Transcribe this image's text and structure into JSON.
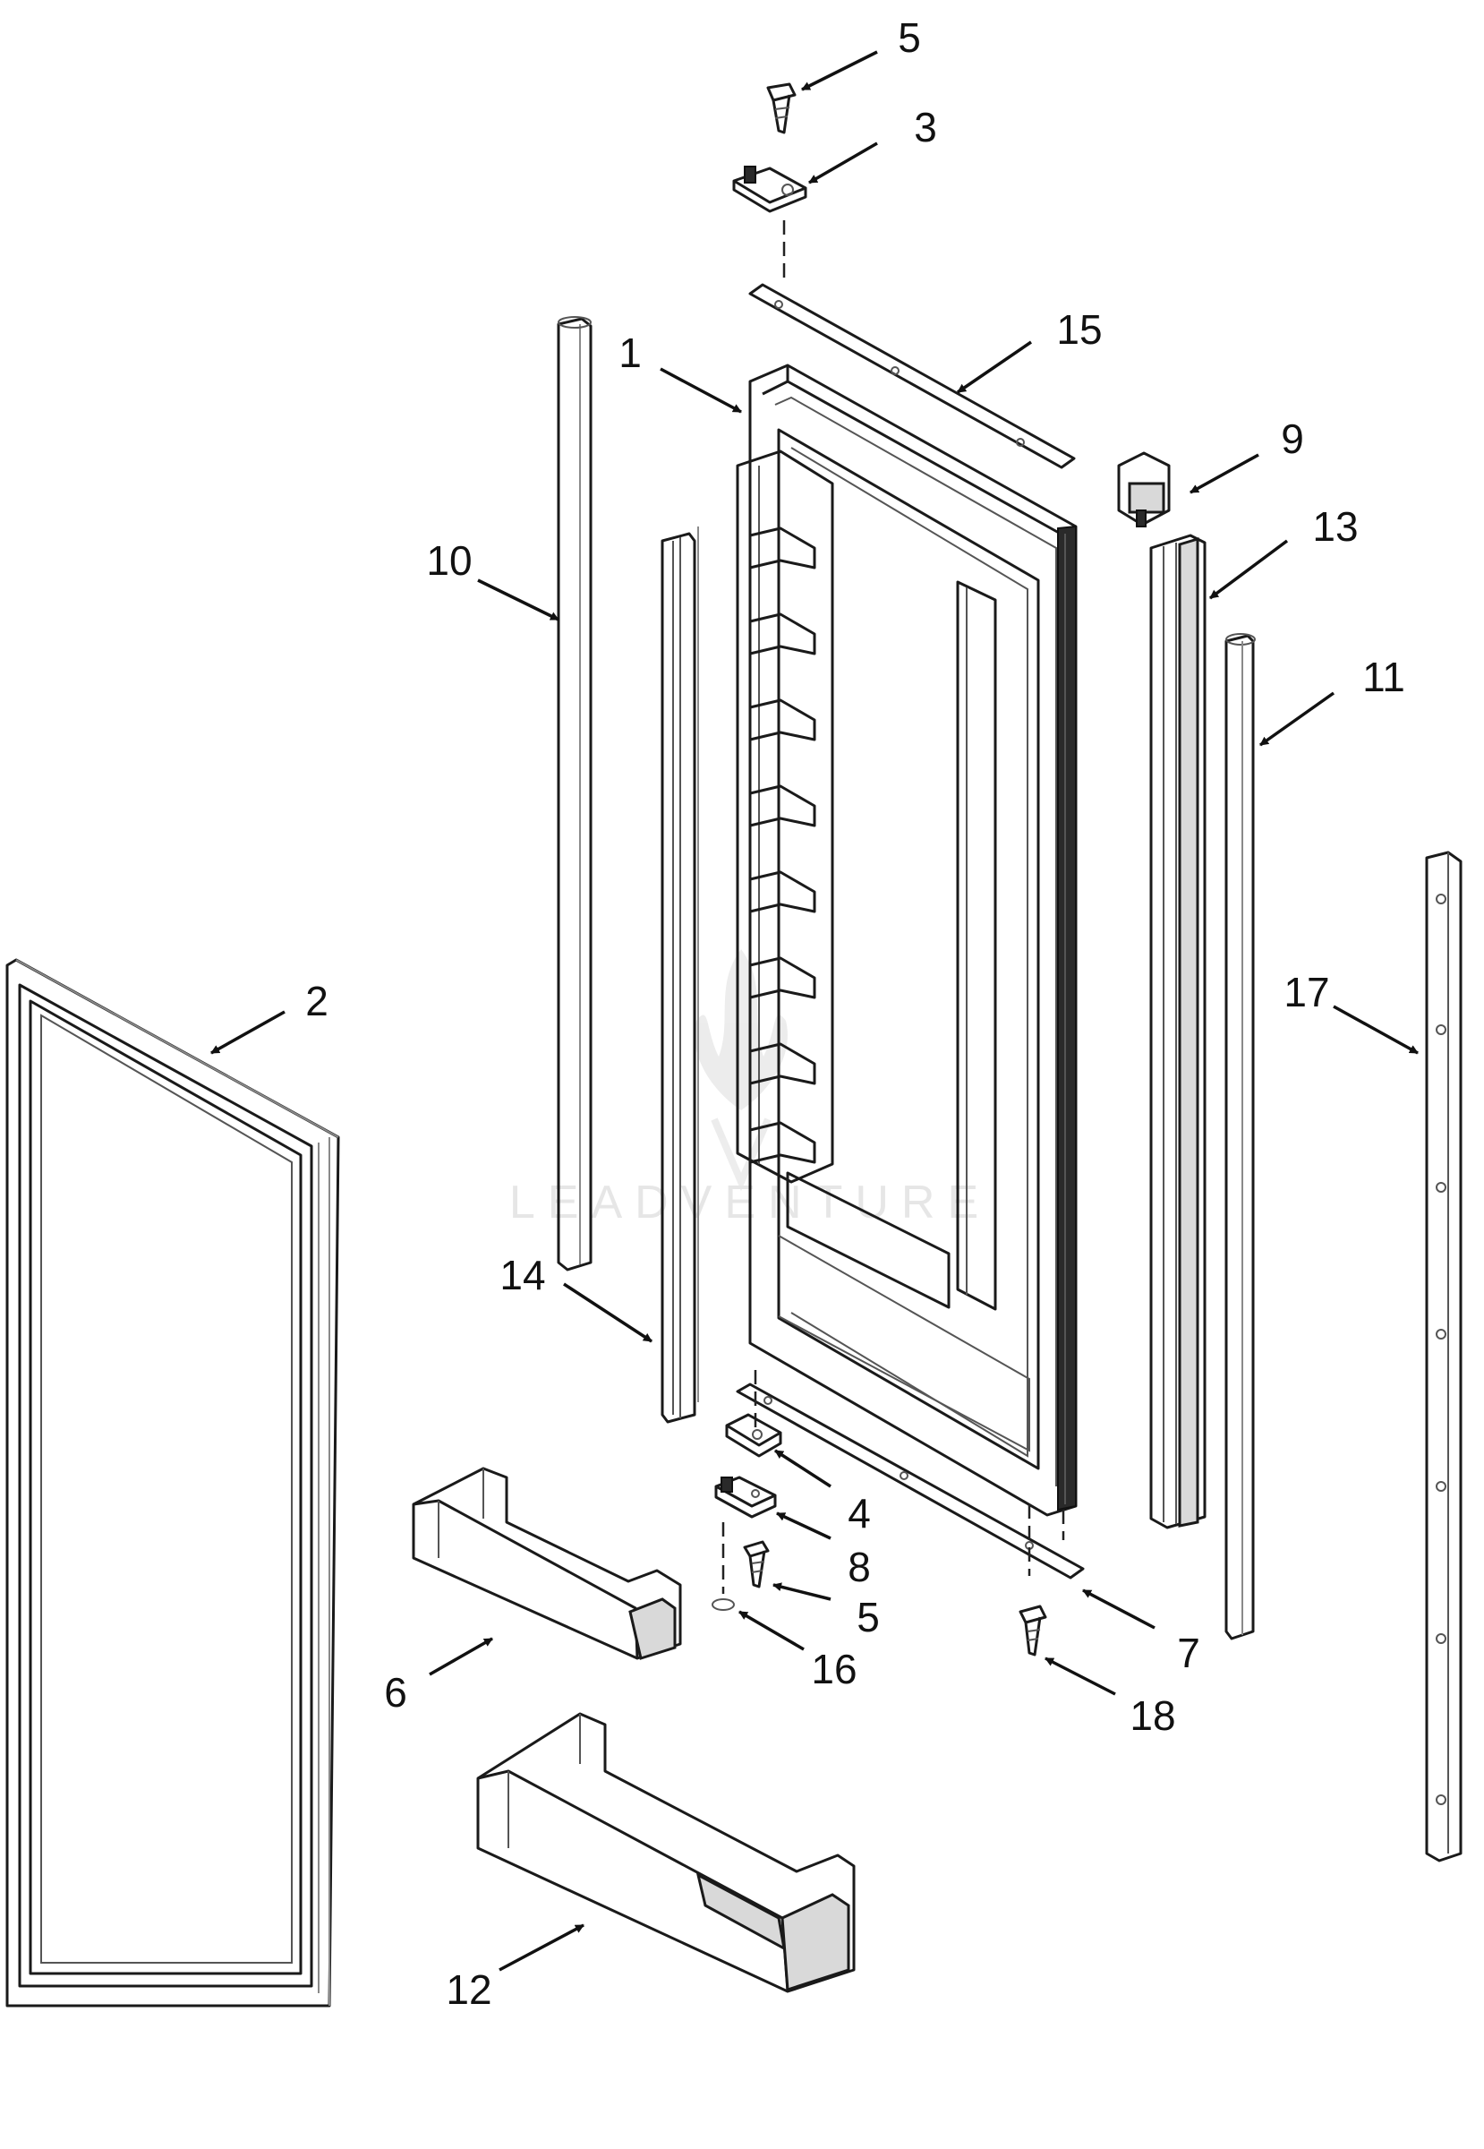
{
  "diagram": {
    "watermark": "LEADVENTURE",
    "callouts": [
      {
        "id": "c1",
        "label": "1"
      },
      {
        "id": "c2",
        "label": "2"
      },
      {
        "id": "c3",
        "label": "3"
      },
      {
        "id": "c4",
        "label": "4"
      },
      {
        "id": "c5a",
        "label": "5"
      },
      {
        "id": "c5b",
        "label": "5"
      },
      {
        "id": "c6",
        "label": "6"
      },
      {
        "id": "c7",
        "label": "7"
      },
      {
        "id": "c8",
        "label": "8"
      },
      {
        "id": "c9",
        "label": "9"
      },
      {
        "id": "c10",
        "label": "10"
      },
      {
        "id": "c11",
        "label": "11"
      },
      {
        "id": "c12",
        "label": "12"
      },
      {
        "id": "c13",
        "label": "13"
      },
      {
        "id": "c14",
        "label": "14"
      },
      {
        "id": "c15",
        "label": "15"
      },
      {
        "id": "c16",
        "label": "16"
      },
      {
        "id": "c17",
        "label": "17"
      },
      {
        "id": "c18",
        "label": "18"
      }
    ]
  }
}
